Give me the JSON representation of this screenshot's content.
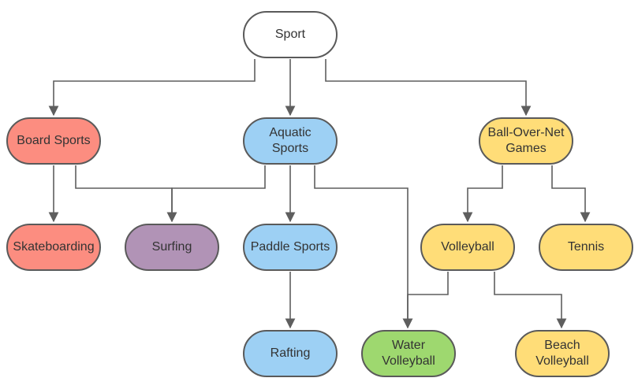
{
  "colors": {
    "root": "#ffffff",
    "board": "#fc8d80",
    "aquatic": "#9dd0f4",
    "surfing": "#b193b6",
    "ball": "#ffdd78",
    "water": "#9ed86f",
    "edge": "#5e5e5e"
  },
  "nodes": {
    "sport": "Sport",
    "board_sports": "Board Sports",
    "aquatic_sports": "Aquatic Sports",
    "ball_over_net": "Ball-Over-Net\nGames",
    "skateboarding": "Skateboarding",
    "surfing": "Surfing",
    "paddle_sports": "Paddle Sports",
    "volleyball": "Volleyball",
    "tennis": "Tennis",
    "rafting": "Rafting",
    "water_volleyball": "Water\nVolleyball",
    "beach_volleyball": "Beach\nVolleyball"
  },
  "edges": [
    {
      "from": "sport",
      "to": "board_sports"
    },
    {
      "from": "sport",
      "to": "aquatic_sports"
    },
    {
      "from": "sport",
      "to": "ball_over_net"
    },
    {
      "from": "board_sports",
      "to": "skateboarding"
    },
    {
      "from": "board_sports",
      "to": "surfing"
    },
    {
      "from": "aquatic_sports",
      "to": "surfing"
    },
    {
      "from": "aquatic_sports",
      "to": "paddle_sports"
    },
    {
      "from": "aquatic_sports",
      "to": "water_volleyball"
    },
    {
      "from": "ball_over_net",
      "to": "volleyball"
    },
    {
      "from": "ball_over_net",
      "to": "tennis"
    },
    {
      "from": "paddle_sports",
      "to": "rafting"
    },
    {
      "from": "volleyball",
      "to": "water_volleyball"
    },
    {
      "from": "volleyball",
      "to": "beach_volleyball"
    }
  ]
}
